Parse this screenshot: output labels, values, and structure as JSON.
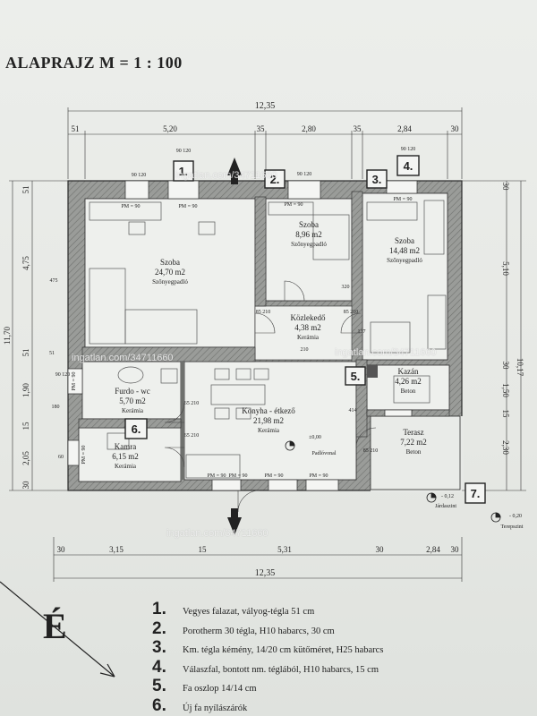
{
  "title": "ALAPRAJZ   M = 1 : 100",
  "dimensions": {
    "top_total": "12,35",
    "top_segments": [
      "51",
      "5,20",
      "35",
      "2,80",
      "35",
      "2,84",
      "30"
    ],
    "bottom_segments": [
      "30",
      "3,15",
      "15",
      "5,31",
      "30",
      "2,84",
      "30"
    ],
    "bottom_total": "12,35",
    "left_segments": [
      "51",
      "4,75",
      "51",
      "1,90",
      "15",
      "2,05",
      "30"
    ],
    "left_total": "11,70",
    "right_segments": [
      "30",
      "5,10",
      "30",
      "1,50",
      "15",
      "2,30"
    ],
    "right_total": "10,17"
  },
  "rooms": [
    {
      "name": "Szoba",
      "area": "24,70 m2",
      "floor": "Szőnyegpadló"
    },
    {
      "name": "Szoba",
      "area": "8,96 m2",
      "floor": "Szőnyegpadló"
    },
    {
      "name": "Szoba",
      "area": "14,48 m2",
      "floor": "Szőnyegpadló"
    },
    {
      "name": "Közlekedő",
      "area": "4,38 m2",
      "floor": "Kerámia"
    },
    {
      "name": "Furdo - wc",
      "area": "5,70 m2",
      "floor": "Kerámia"
    },
    {
      "name": "Konyha - étkező",
      "area": "21,98 m2",
      "floor": "Kerámia"
    },
    {
      "name": "Kazán",
      "area": "4,26 m2",
      "floor": "Beton"
    },
    {
      "name": "Kamra",
      "area": "6,15 m2",
      "floor": "Kerámia"
    },
    {
      "name": "Terasz",
      "area": "7,22 m2",
      "floor": "Beton"
    }
  ],
  "openings": [
    "PM = 90",
    "PM = 90",
    "PM = 90",
    "PM = 90",
    "PM = 90",
    "PM = 90",
    "PM = 90",
    "PM = 90",
    "PM = 90",
    "PM = 90"
  ],
  "small_labels": [
    "90 120",
    "90 120",
    "90 120",
    "90 120",
    "90 120",
    "85 210",
    "85 210",
    "65 210",
    "65 210",
    "85 210",
    "210",
    "137",
    "414",
    "475",
    "320",
    "180",
    "60",
    "51",
    "±0,00",
    "Padlóvonal",
    "- 0,12",
    "Járdaszint",
    "- 0,20",
    "Terepszint"
  ],
  "markers": [
    "1.",
    "2.",
    "3.",
    "4.",
    "5.",
    "6.",
    "7."
  ],
  "north_label": "É",
  "legend": [
    {
      "num": "1.",
      "text": "Vegyes falazat, vályog-tégla 51 cm"
    },
    {
      "num": "2.",
      "text": "Porotherm 30 tégla, H10 habarcs, 30 cm"
    },
    {
      "num": "3.",
      "text": "Km. tégla kémény, 14/20 cm kütőméret, H25 habarcs"
    },
    {
      "num": "4.",
      "text": "Válaszfal, bontott nm. téglából, H10 habarcs, 15 cm"
    },
    {
      "num": "5.",
      "text": "Fa oszlop 14/14 cm"
    },
    {
      "num": "6.",
      "text": "Új fa nyílászárók"
    }
  ],
  "watermark": "ingatlan.com/34711660",
  "colors": {
    "wall": "#8f918e",
    "line": "#2a2a2a",
    "paper": "#e9ebe8"
  }
}
